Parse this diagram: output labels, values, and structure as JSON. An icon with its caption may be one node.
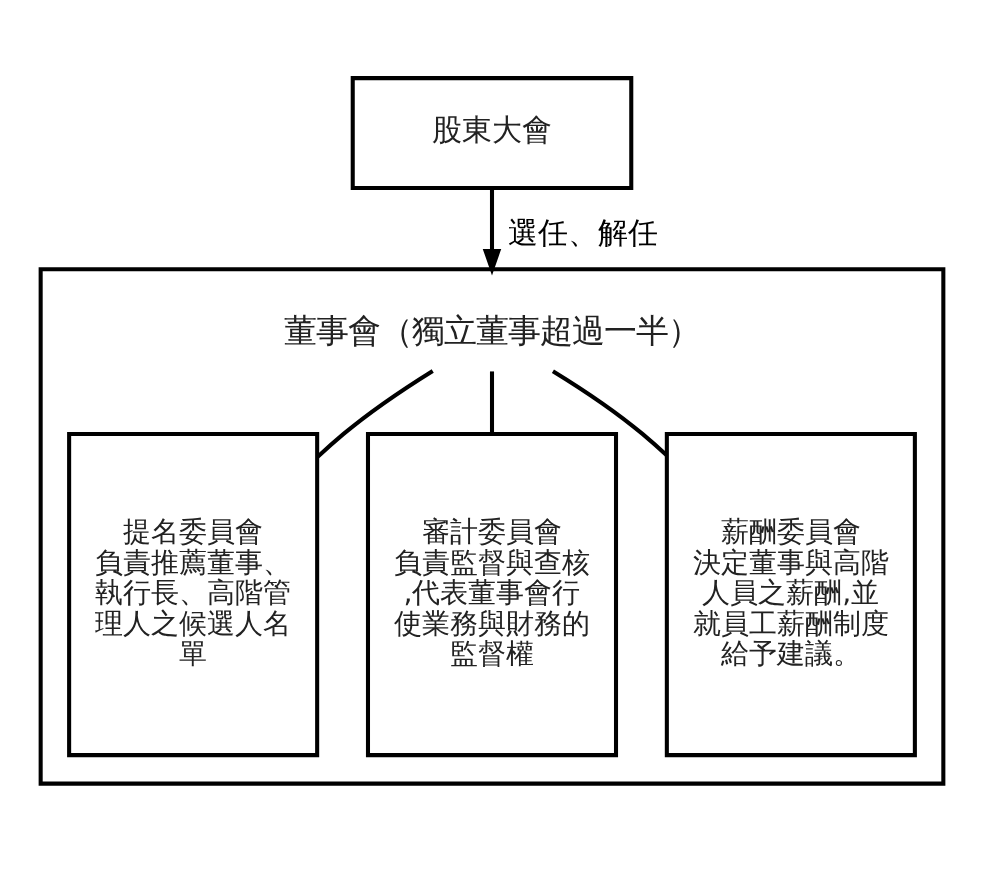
{
  "diagram": {
    "nodes": [
      {
        "text": [
          "股東大會"
        ]
      },
      {
        "text": [],
        "shape": "box"
      },
      {
        "text": [
          "董事會（獨立董事超過一半）"
        ],
        "in": 1
      },
      {
        "text": [
          "提名委員會",
          "負責推薦董事、執行長、高階管理人之候選人名單"
        ],
        "in": 1
      },
      {
        "text": [
          "審計委員會",
          "負責監督與查核,代表董事會行使業務與財務的監督權"
        ],
        "in": 1
      },
      {
        "text": [
          "薪酬委員會",
          "決定董事與高階人員之薪酬,並就員工薪酬制度給予建議。"
        ],
        "in": 1
      }
    ],
    "edges": [
      {
        "from": 0,
        "to": 1,
        "arrow": "to",
        "label": "選任、解任"
      },
      {
        "from": 2,
        "to": 3,
        "arrow": "none"
      },
      {
        "from": 2,
        "to": 4,
        "arrow": "none"
      },
      {
        "from": 2,
        "to": 5,
        "arrow": "none"
      }
    ]
  }
}
